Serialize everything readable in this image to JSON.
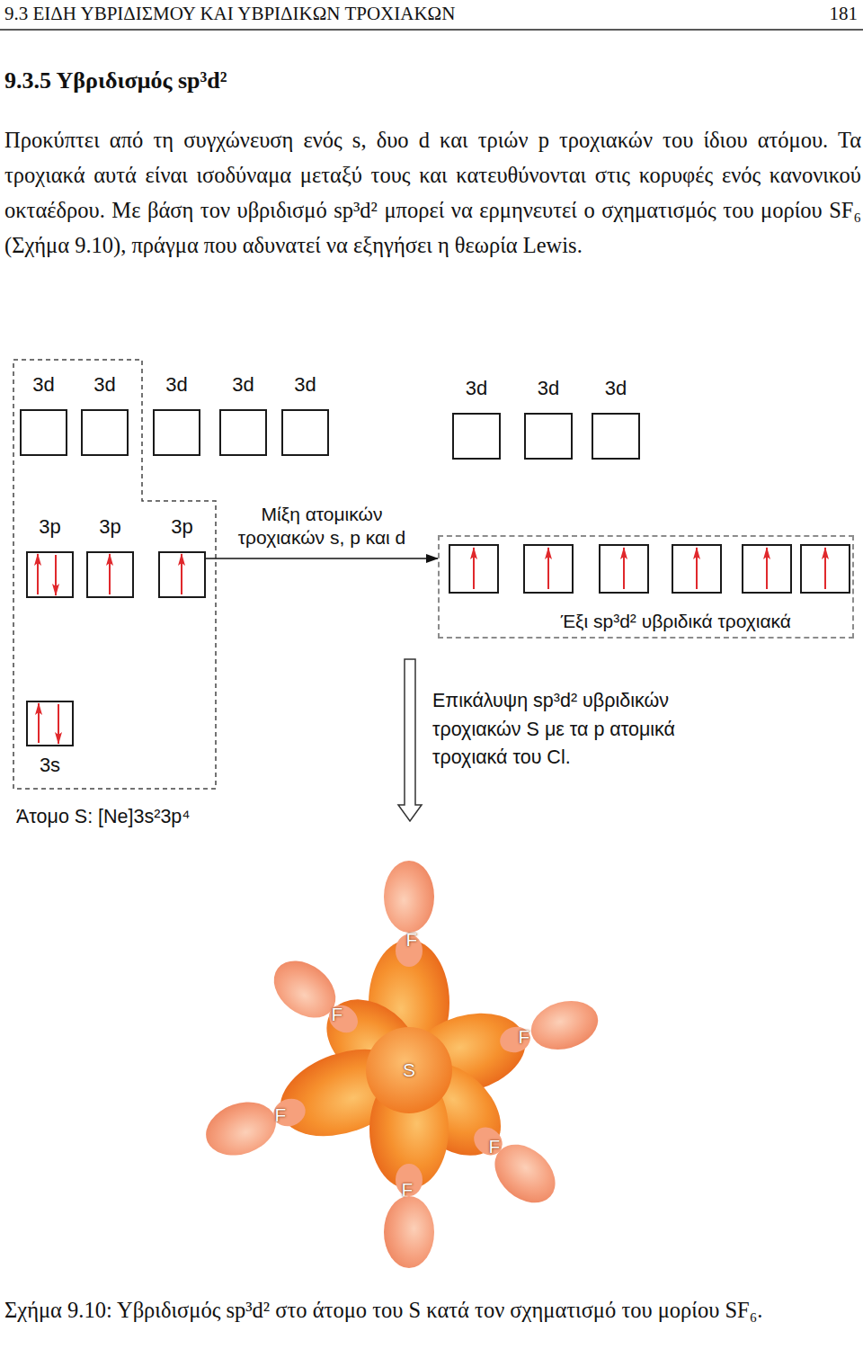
{
  "diagram": {
    "title": "9.3.5 Υβριδισμός sp³d²",
    "caption": "Σχήμα 9.10: Υβριδισμός sp³d² στο άτομο του S κατά τον σχηματισμό του μορίου SF₆.",
    "nodes": [
      {
        "text": [
          "3d"
        ]
      },
      {
        "text": [
          "3d"
        ]
      },
      {
        "text": [
          "3d"
        ]
      },
      {
        "text": [
          "3d"
        ]
      },
      {
        "text": [
          "3d"
        ]
      },
      {
        "text": [
          "3d"
        ]
      },
      {
        "text": [
          "3d"
        ]
      },
      {
        "text": [
          "3d"
        ]
      },
      {
        "text": [
          "3p"
        ]
      },
      {
        "text": [
          "3p"
        ]
      },
      {
        "text": [
          "3p"
        ]
      },
      {
        "text": [
          "Έξι sp³d² υβριδικά τροχιακά"
        ]
      },
      {
        "text": [
          "3s"
        ]
      }
    ],
    "edges": [
      {
        "from": 10,
        "to": 11,
        "arrow": "to",
        "label": "Μίξη ατομικών τροχιακών s, p και d"
      }
    ],
    "labels": [
      "9.3 ΕΙΔΗ ΥΒΡΙΔΙΣΜΟΥ ΚΑΙ ΥΒΡΙΔΙΚΩΝ ΤΡΟΧΙΑΚΩΝ",
      "181",
      "Προκύπτει από τη συγχώνευση ενός s, δυο d και τριών p τροχιακών του ίδιου ατόμου. Τα τροχιακά αυτά είναι ισοδύναμα μεταξύ τους και κατευθύνονται στις κορυφές ενός κανονικού οκταέδρου. Με βάση τον υβριδισμό sp³d² μπορεί να ερμηνευτεί ο σχηματισμός του μορίου SF₆ (Σχήμα 9.10), πράγμα που αδυνατεί να εξηγήσει η θεωρία Lewis.",
      "Άτομο S: [Ne]3s²3p⁴",
      "Επικάλυψη sp³d² υβριδικών τροχιακών S με τα p ατομικά τροχιακά του Cl.",
      "F",
      "F",
      "F",
      "S",
      "F",
      "F",
      "F"
    ]
  }
}
